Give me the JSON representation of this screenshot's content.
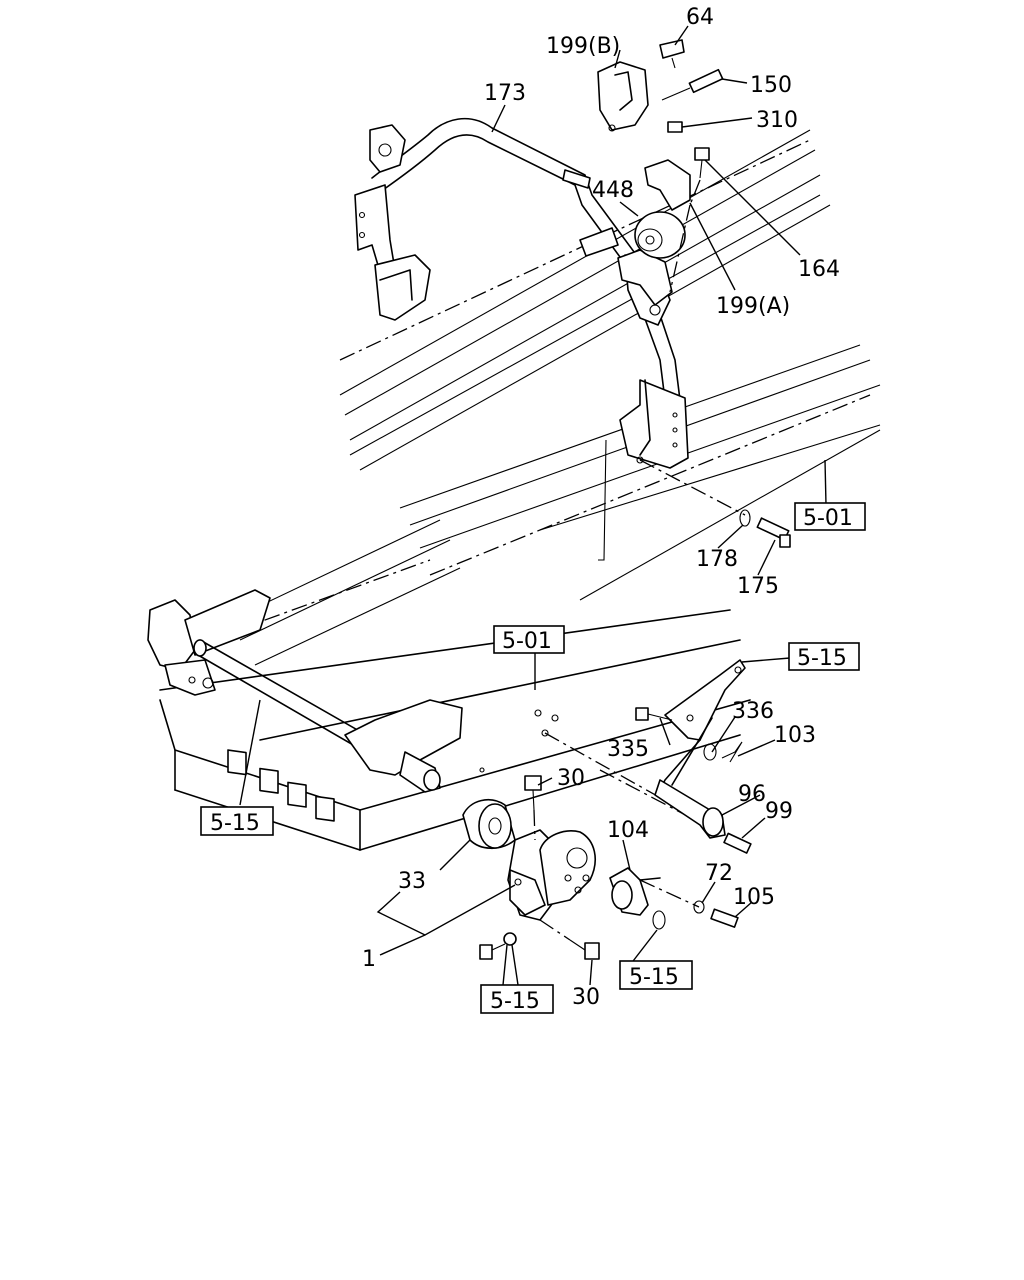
{
  "callouts": {
    "p64": "64",
    "p199b": "199(B)",
    "p150": "150",
    "p173": "173",
    "p310": "310",
    "p448": "448",
    "p164": "164",
    "p199a": "199(A)",
    "p178": "178",
    "p175": "175",
    "p335": "335",
    "p336": "336",
    "p103": "103",
    "p30a": "30",
    "p96": "96",
    "p99": "99",
    "p104": "104",
    "p33": "33",
    "p72": "72",
    "p105": "105",
    "p1": "1",
    "p30b": "30"
  },
  "references": {
    "ref_501_right": "5-01",
    "ref_501_mid": "5-01",
    "ref_515_right": "5-15",
    "ref_515_left": "5-15",
    "ref_515_bottom_right": "5-15",
    "ref_515_bottom": "5-15"
  },
  "colors": {
    "line": "#000000",
    "background": "#ffffff"
  }
}
